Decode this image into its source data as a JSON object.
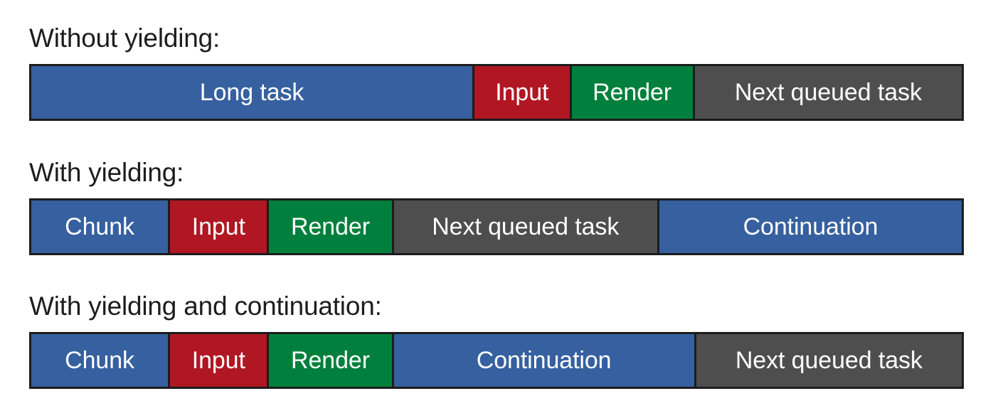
{
  "page": {
    "title": "Task yielding timeline diagram",
    "background": "#ffffff"
  },
  "palette": {
    "task_blue": "#36609F",
    "input_red": "#B01722",
    "render_green": "#00803C",
    "queued_gray": "#4E4E4E",
    "border": "#1C1C1C",
    "label_text": "#1D1D1D",
    "segment_text": "#FFFFFF"
  },
  "rows": [
    {
      "label": "Without yielding:",
      "segments": [
        {
          "text": "Long task",
          "color_key": "task_blue",
          "class": "seg-blue",
          "width_pct": 47.64
        },
        {
          "text": "Input",
          "color_key": "input_red",
          "class": "seg-red",
          "width_pct": 10.43
        },
        {
          "text": "Render",
          "color_key": "render_green",
          "class": "seg-green",
          "width_pct": 13.24
        },
        {
          "text": "Next queued task",
          "color_key": "queued_gray",
          "class": "seg-gray",
          "width_pct": 28.69
        }
      ]
    },
    {
      "label": "With yielding:",
      "segments": [
        {
          "text": "Chunk",
          "color_key": "task_blue",
          "class": "seg-blue",
          "width_pct": 14.92
        },
        {
          "text": "Input",
          "color_key": "input_red",
          "class": "seg-red",
          "width_pct": 10.65
        },
        {
          "text": "Render",
          "color_key": "render_green",
          "class": "seg-green",
          "width_pct": 13.39
        },
        {
          "text": "Next queued task",
          "color_key": "queued_gray",
          "class": "seg-gray",
          "width_pct": 28.54
        },
        {
          "text": "Continuation",
          "color_key": "task_blue",
          "class": "seg-blue",
          "width_pct": 32.5
        }
      ]
    },
    {
      "label": "With yielding and continuation:",
      "segments": [
        {
          "text": "Chunk",
          "color_key": "task_blue",
          "class": "seg-blue",
          "width_pct": 14.92
        },
        {
          "text": "Input",
          "color_key": "input_red",
          "class": "seg-red",
          "width_pct": 10.65
        },
        {
          "text": "Render",
          "color_key": "render_green",
          "class": "seg-green",
          "width_pct": 13.39
        },
        {
          "text": "Continuation",
          "color_key": "task_blue",
          "class": "seg-blue",
          "width_pct": 32.5
        },
        {
          "text": "Next queued task",
          "color_key": "queued_gray",
          "class": "seg-gray",
          "width_pct": 28.54
        }
      ]
    }
  ]
}
